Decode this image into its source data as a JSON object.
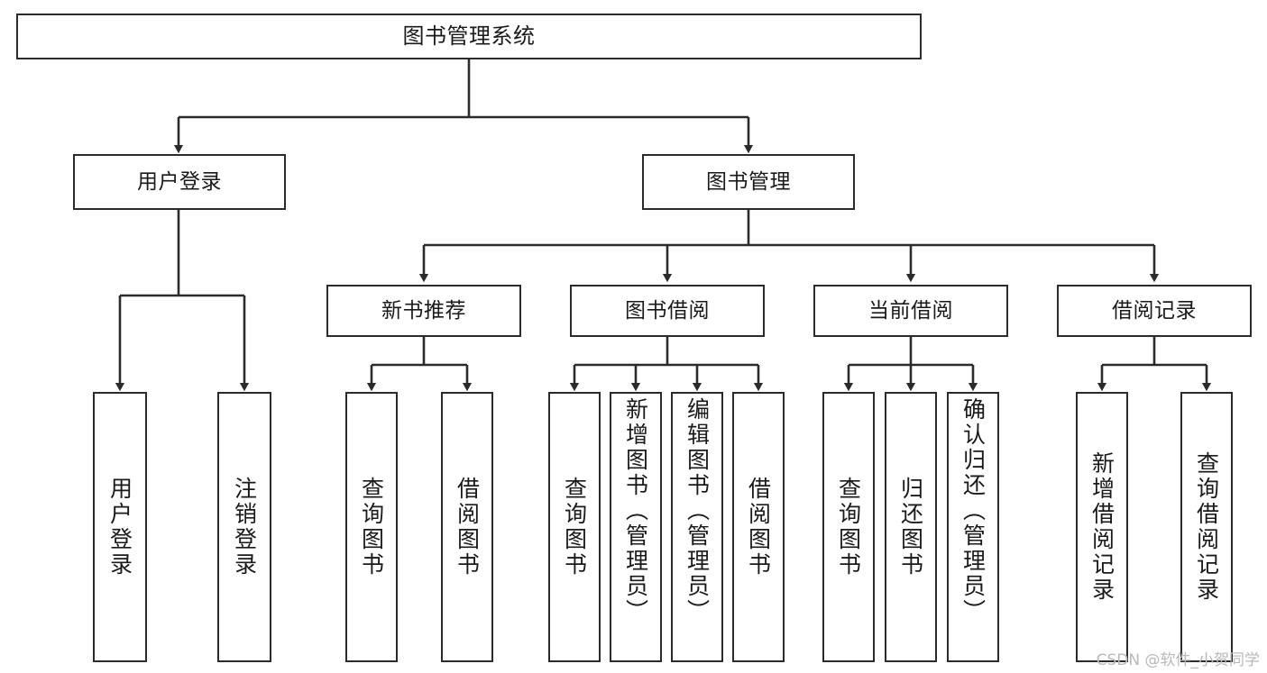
{
  "diagram": {
    "title": "图书管理系统",
    "type": "hierarchy-tree",
    "watermark": "CSDN @软件_小贺同学",
    "colors": {
      "stroke": "#2b2b2b",
      "fill": "#ffffff",
      "text": "#1a1a1a",
      "watermark": "#b9b9b9"
    },
    "levels": {
      "root": "图书管理系统",
      "level2": [
        "用户登录",
        "图书管理"
      ],
      "level3": [
        "新书推荐",
        "图书借阅",
        "当前借阅",
        "借阅记录"
      ]
    },
    "nodes": {
      "root": {
        "label": "图书管理系统"
      },
      "user_login": {
        "label": "用户登录"
      },
      "book_manage": {
        "label": "图书管理"
      },
      "new_book_rec": {
        "label": "新书推荐"
      },
      "book_borrow": {
        "label": "图书借阅"
      },
      "current_borrow": {
        "label": "当前借阅"
      },
      "borrow_record": {
        "label": "借阅记录"
      },
      "leaf_user_login": {
        "label": "用户登录"
      },
      "leaf_logout": {
        "label": "注销登录"
      },
      "leaf_query_book_1": {
        "label": "查询图书"
      },
      "leaf_borrow_book_1": {
        "label": "借阅图书"
      },
      "leaf_query_book_2": {
        "label": "查询图书"
      },
      "leaf_add_book_admin": {
        "label": "新增图书（管理员）"
      },
      "leaf_edit_book_admin": {
        "label": "编辑图书（管理员）"
      },
      "leaf_borrow_book_2": {
        "label": "借阅图书"
      },
      "leaf_query_book_3": {
        "label": "查询图书"
      },
      "leaf_return_book": {
        "label": "归还图书"
      },
      "leaf_confirm_return_admin": {
        "label": "确认归还（管理员）"
      },
      "leaf_add_record": {
        "label": "新增借阅记录"
      },
      "leaf_query_record": {
        "label": "查询借阅记录"
      }
    },
    "edges": [
      {
        "from": "root",
        "to": "user_login"
      },
      {
        "from": "root",
        "to": "book_manage"
      },
      {
        "from": "user_login",
        "to": "leaf_user_login"
      },
      {
        "from": "user_login",
        "to": "leaf_logout"
      },
      {
        "from": "book_manage",
        "to": "new_book_rec"
      },
      {
        "from": "book_manage",
        "to": "book_borrow"
      },
      {
        "from": "book_manage",
        "to": "current_borrow"
      },
      {
        "from": "book_manage",
        "to": "borrow_record"
      },
      {
        "from": "new_book_rec",
        "to": "leaf_query_book_1"
      },
      {
        "from": "new_book_rec",
        "to": "leaf_borrow_book_1"
      },
      {
        "from": "book_borrow",
        "to": "leaf_query_book_2"
      },
      {
        "from": "book_borrow",
        "to": "leaf_add_book_admin"
      },
      {
        "from": "book_borrow",
        "to": "leaf_edit_book_admin"
      },
      {
        "from": "book_borrow",
        "to": "leaf_borrow_book_2"
      },
      {
        "from": "current_borrow",
        "to": "leaf_query_book_3"
      },
      {
        "from": "current_borrow",
        "to": "leaf_return_book"
      },
      {
        "from": "current_borrow",
        "to": "leaf_confirm_return_admin"
      },
      {
        "from": "borrow_record",
        "to": "leaf_add_record"
      },
      {
        "from": "borrow_record",
        "to": "leaf_query_record"
      }
    ]
  }
}
